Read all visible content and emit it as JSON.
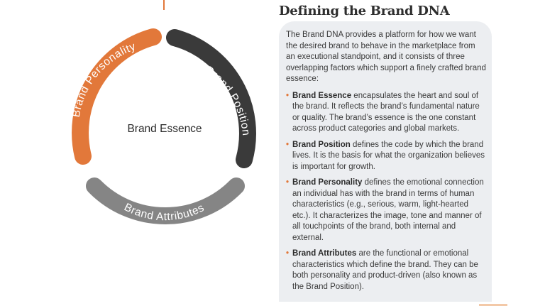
{
  "title": "Defining the Brand DNA",
  "intro": "The Brand DNA provides a platform for how we want the desired brand to behave in the marketplace from an executional standpoint, and it consists of three overlapping factors which support a finely crafted brand essence:",
  "bullets": [
    {
      "term": "Brand Essence",
      "text": " encapsulates the heart and soul of the brand. It reflects the brand’s fundamental nature or quality. The brand’s essence is the one constant across product categories and global markets."
    },
    {
      "term": "Brand Position",
      "text": " defines the code by which the brand lives. It is the basis for what the organization believes is important for growth."
    },
    {
      "term": "Brand Personality",
      "text": " defines the emotional connection an individual has with the brand in terms of human characteristics (e.g., serious, warm, light-hearted etc.). It characterizes the image, tone and manner of all touchpoints of the brand, both internal and external."
    },
    {
      "term": "Brand Attributes",
      "text": " are the functional or emotional characteristics which define the brand. They can be both personality and product-driven (also known as the Brand Position)."
    }
  ],
  "diagram": {
    "center_label": "Brand Essence",
    "segments": {
      "personality": {
        "label": "Brand Personality",
        "color": "#e2783a"
      },
      "position": {
        "label": "Brand Position",
        "color": "#3a3a3a"
      },
      "attributes": {
        "label": "Brand Attributes",
        "color": "#858585"
      }
    }
  },
  "colors": {
    "accent": "#e2783a",
    "panel": "#eceef1"
  }
}
